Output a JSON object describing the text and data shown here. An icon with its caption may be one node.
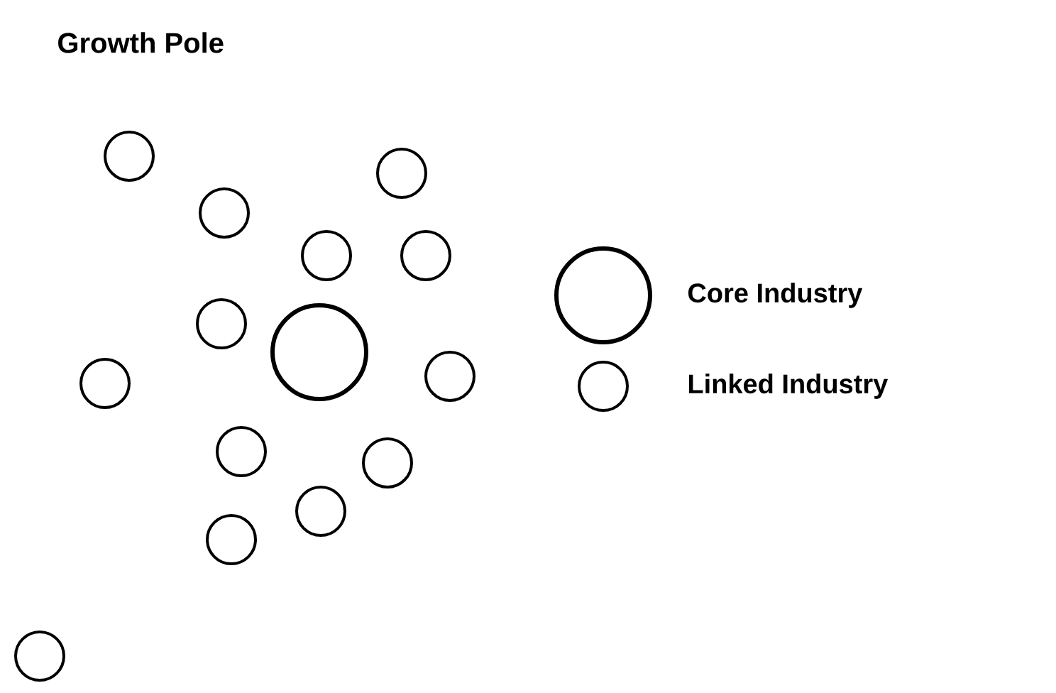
{
  "diagram": {
    "title": "Growth Pole",
    "legend": [
      {
        "text": "Core Industry"
      },
      {
        "text": "Linked Industry"
      }
    ]
  }
}
